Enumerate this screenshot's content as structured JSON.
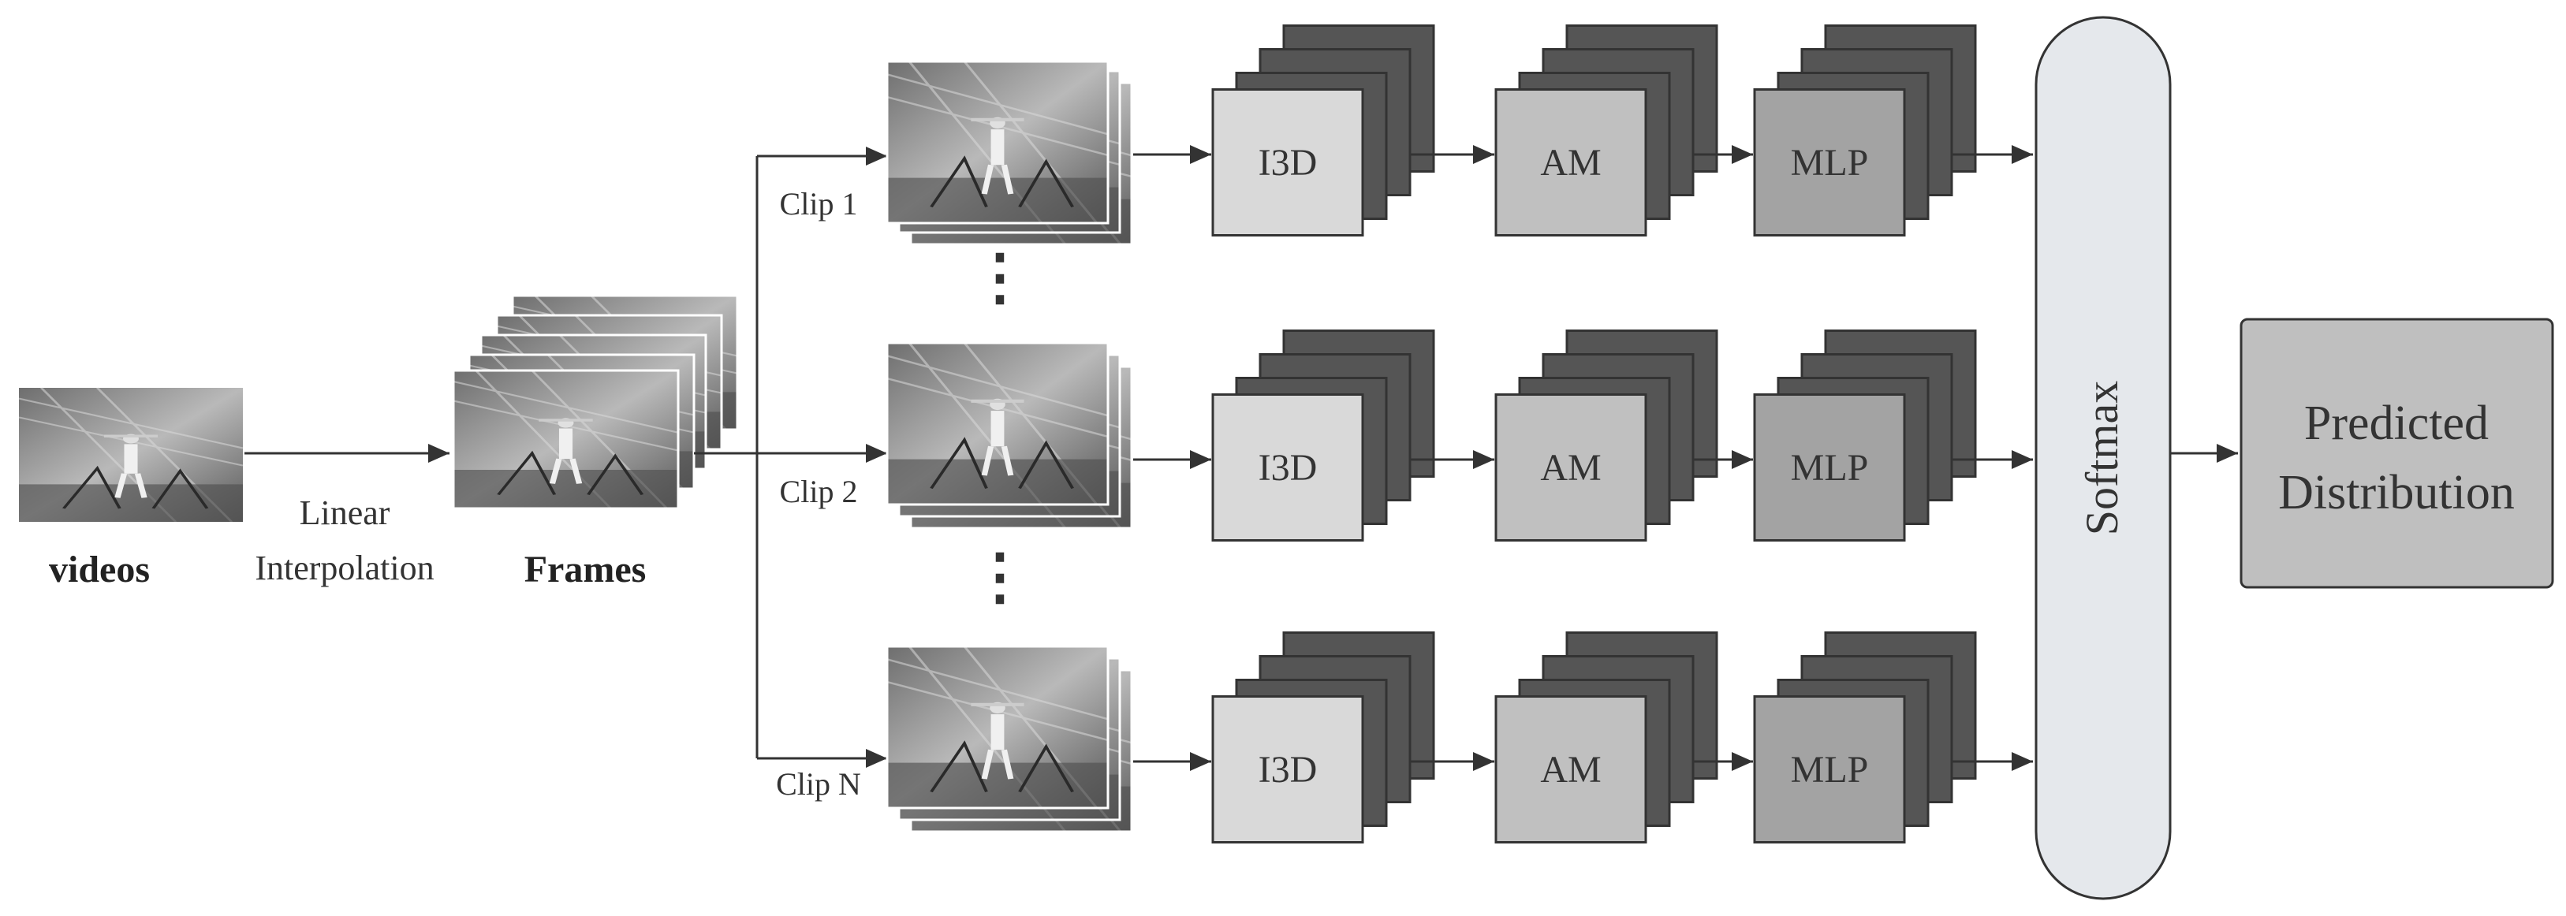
{
  "input": {
    "videos_label": "videos"
  },
  "interpolation": {
    "line1": "Linear",
    "line2": "Interpolation"
  },
  "frames": {
    "label": "Frames"
  },
  "clips": [
    {
      "label": "Clip 1",
      "stages": [
        "I3D",
        "AM",
        "MLP"
      ]
    },
    {
      "label": "Clip 2",
      "stages": [
        "I3D",
        "AM",
        "MLP"
      ]
    },
    {
      "label": "Clip N",
      "stages": [
        "I3D",
        "AM",
        "MLP"
      ]
    }
  ],
  "ellipsis": "⋮",
  "softmax": {
    "label": "Softmax"
  },
  "output": {
    "line1": "Predicted",
    "line2": "Distribution"
  },
  "colors": {
    "i3d_fill": "#d9d9d9",
    "am_fill": "#c0c0c0",
    "mlp_fill": "#a3a3a3",
    "stack_back": "#555555",
    "softmax_fill": "#e5e8ec",
    "output_fill": "#bfbfbf"
  },
  "icons": {
    "video_frame": "grayscale-video-frame-thumbnail",
    "stack": "stacked-feature-maps"
  }
}
